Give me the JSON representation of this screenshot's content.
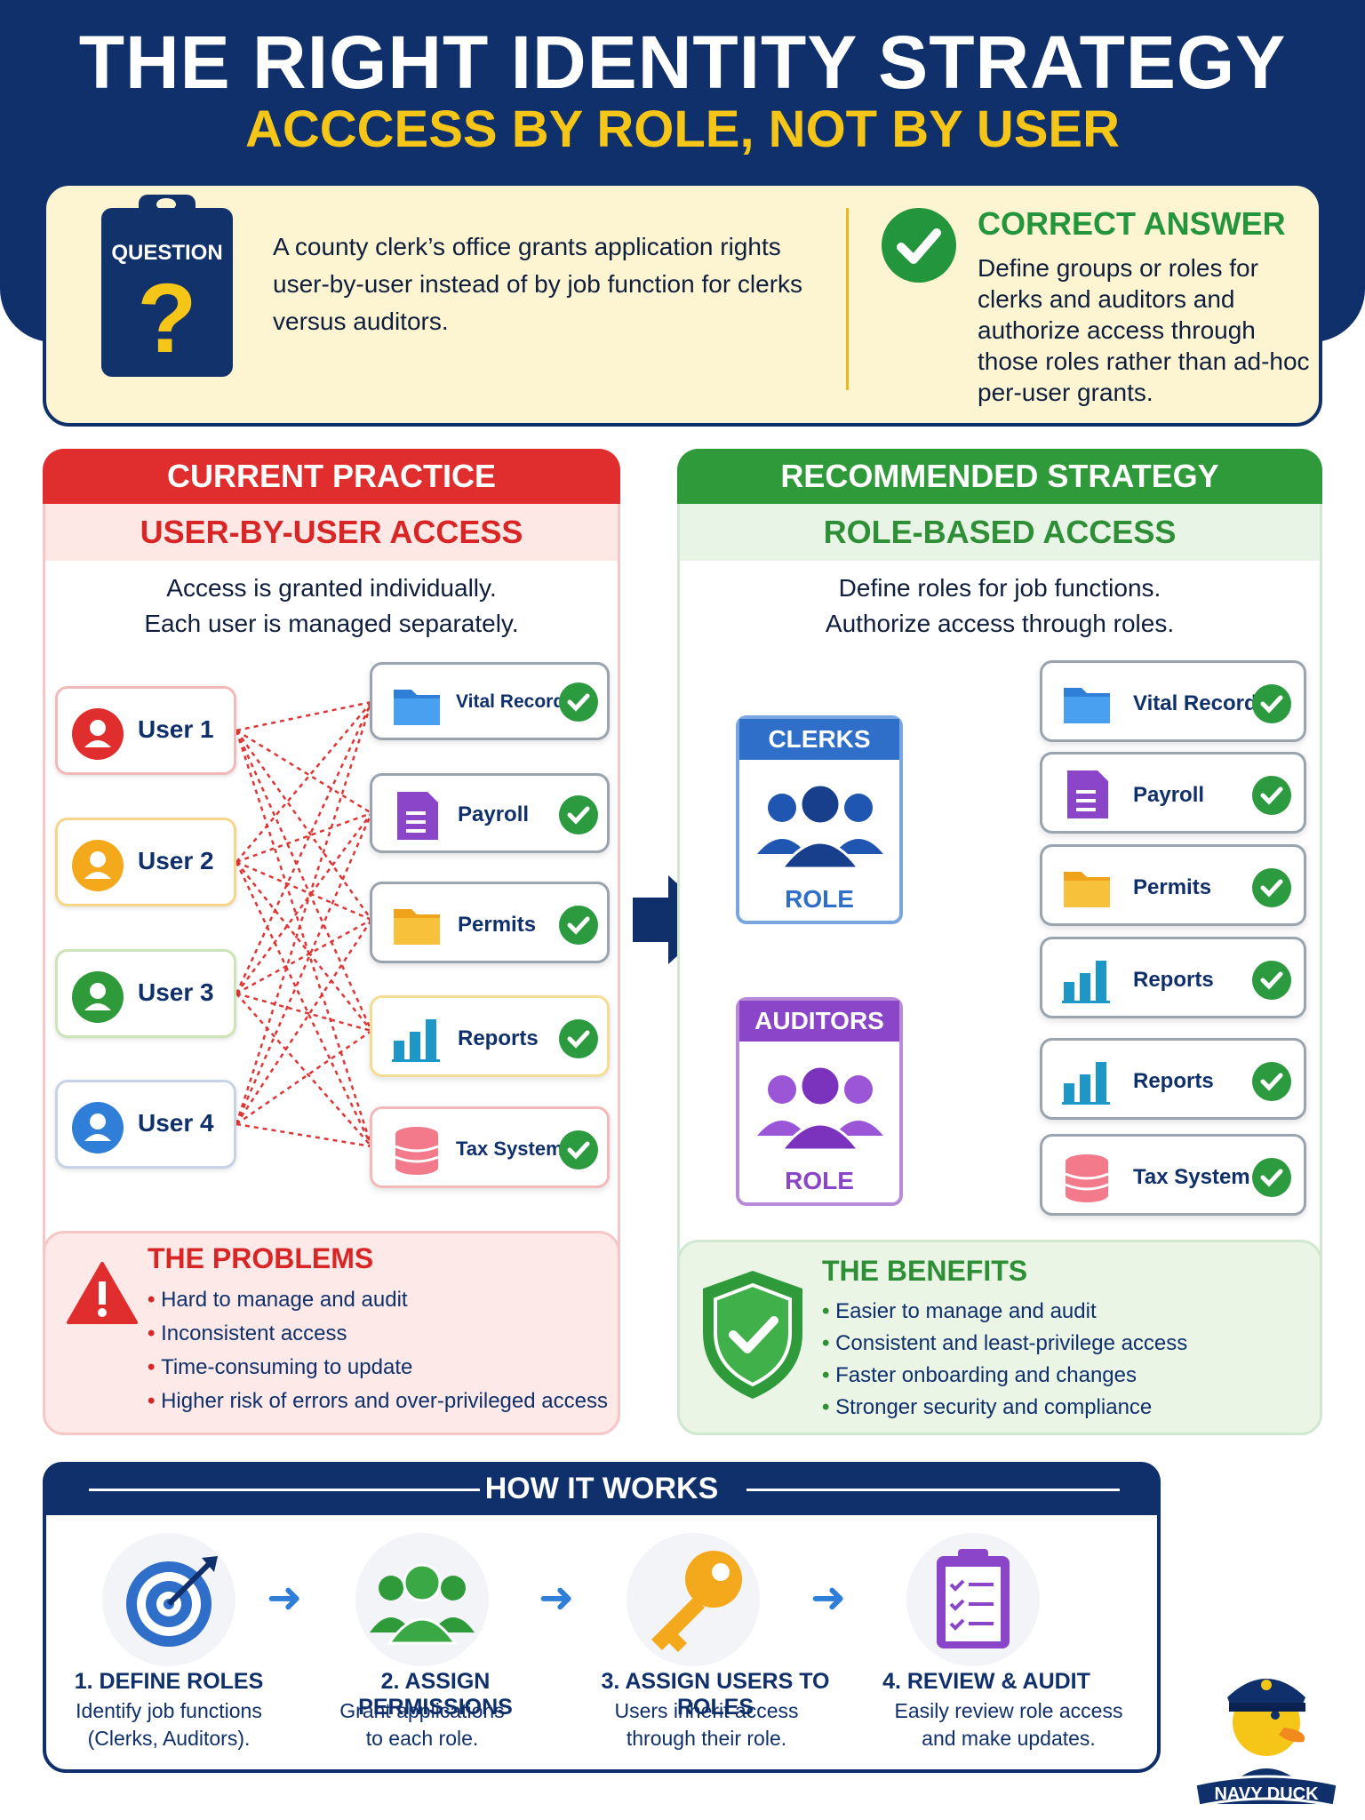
{
  "header": {
    "title": "THE RIGHT IDENTITY STRATEGY",
    "subtitle": "ACCCESS BY ROLE, NOT BY USER"
  },
  "question": {
    "label": "QUESTION",
    "mark": "?",
    "text": "A county clerk’s office grants application rights user-by-user instead of by job function for clerks versus auditors."
  },
  "answer": {
    "title": "CORRECT ANSWER",
    "text": "Define groups or roles for clerks and auditors and authorize access through those roles rather than ad-hoc per-user grants."
  },
  "current": {
    "header": "CURRENT PRACTICE",
    "subheader": "USER-BY-USER ACCESS",
    "desc_line1": "Access is granted individually.",
    "desc_line2": "Each user is managed separately.",
    "users": [
      {
        "label": "User 1",
        "color": "#e02d2d"
      },
      {
        "label": "User 2",
        "color": "#f4a81c"
      },
      {
        "label": "User 3",
        "color": "#2f9a3a"
      },
      {
        "label": "User 4",
        "color": "#2f7fd8"
      }
    ],
    "apps": [
      "Vital Records",
      "Payroll",
      "Permits",
      "Reports",
      "Tax System"
    ]
  },
  "recommended": {
    "header": "RECOMMENDED STRATEGY",
    "subheader": "ROLE-BASED ACCESS",
    "desc_line1": "Define roles for job functions.",
    "desc_line2": "Authorize access through roles.",
    "clerks": {
      "title": "CLERKS",
      "label": "ROLE",
      "color": "#2f6fc9",
      "apps": [
        "Vital Records",
        "Payroll",
        "Permits",
        "Reports"
      ]
    },
    "auditors": {
      "title": "AUDITORS",
      "label": "ROLE",
      "color": "#8b45c8",
      "apps": [
        "Reports",
        "Tax System"
      ]
    }
  },
  "problems": {
    "title": "THE PROBLEMS",
    "items": [
      "Hard to manage and audit",
      "Inconsistent access",
      "Time-consuming to update",
      "Higher risk of errors and over-privileged access"
    ]
  },
  "benefits": {
    "title": "THE BENEFITS",
    "items": [
      "Easier to manage and audit",
      "Consistent and least-privilege access",
      "Faster onboarding and changes",
      "Stronger security and compliance"
    ]
  },
  "how": {
    "title": "HOW IT WORKS",
    "steps": [
      {
        "title": "1. DEFINE ROLES",
        "line1": "Identify job functions",
        "line2": "(Clerks, Auditors).",
        "icon": "target-icon"
      },
      {
        "title": "2. ASSIGN PERMISSIONS",
        "line1": "Grant applications",
        "line2": "to each role.",
        "icon": "group-icon"
      },
      {
        "title": "3. ASSIGN USERS TO ROLES",
        "line1": "Users inherit access",
        "line2": "through their role.",
        "icon": "key-icon"
      },
      {
        "title": "4. REVIEW & AUDIT",
        "line1": "Easily review role access",
        "line2": "and make updates.",
        "icon": "checklist-icon"
      }
    ]
  },
  "mascot": {
    "label": "NAVY DUCK"
  },
  "colors": {
    "navy": "#10306b",
    "yellow": "#f5c518",
    "red": "#e02d2d",
    "green": "#2f9a3a",
    "blue": "#2f6fc9",
    "purple": "#8b45c8"
  }
}
